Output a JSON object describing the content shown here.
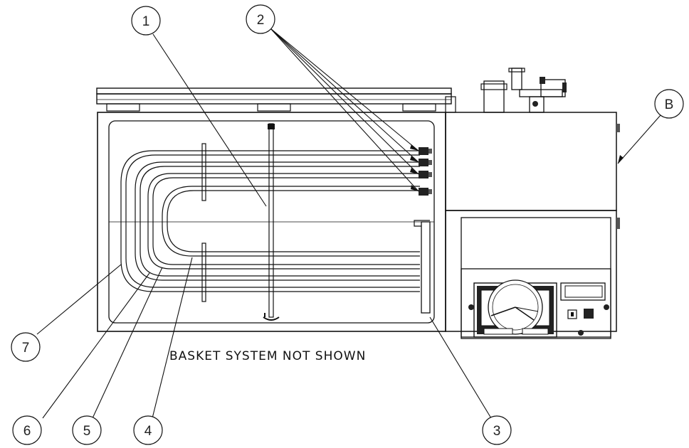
{
  "callouts": {
    "c1": "1",
    "c2": "2",
    "c3": "3",
    "c4": "4",
    "c5": "5",
    "c6": "6",
    "c7": "7",
    "cB": "B"
  },
  "note": "BASKET SYSTEM NOT SHOWN",
  "icons": [
    "valve-icon",
    "chart-recorder-icon",
    "display-icon",
    "switch-icon"
  ]
}
